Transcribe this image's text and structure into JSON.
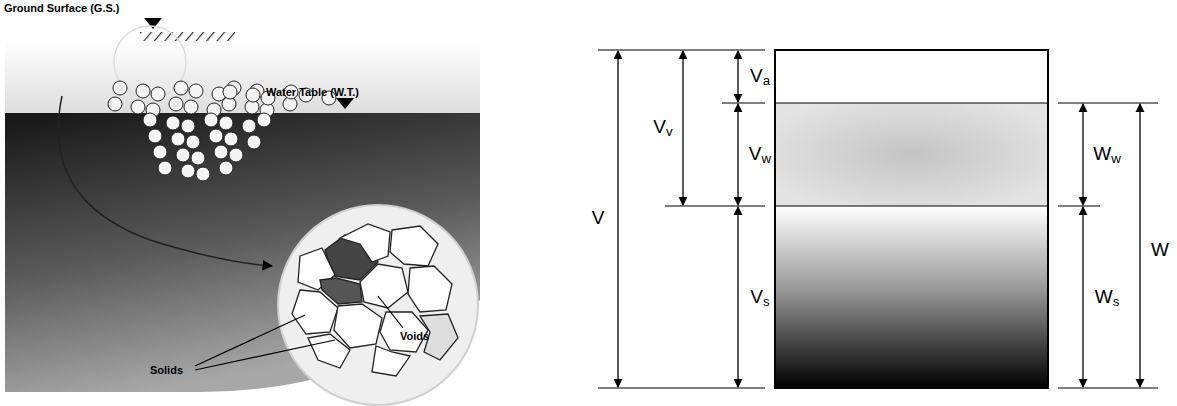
{
  "diagram": {
    "labels": [
      "Ground Surface (G.S.)",
      "Water Table (W.T.)",
      "Solids",
      "Voids",
      "V",
      "Vv",
      "Va",
      "Vw",
      "Vs",
      "Ww",
      "W",
      "Ws"
    ]
  }
}
